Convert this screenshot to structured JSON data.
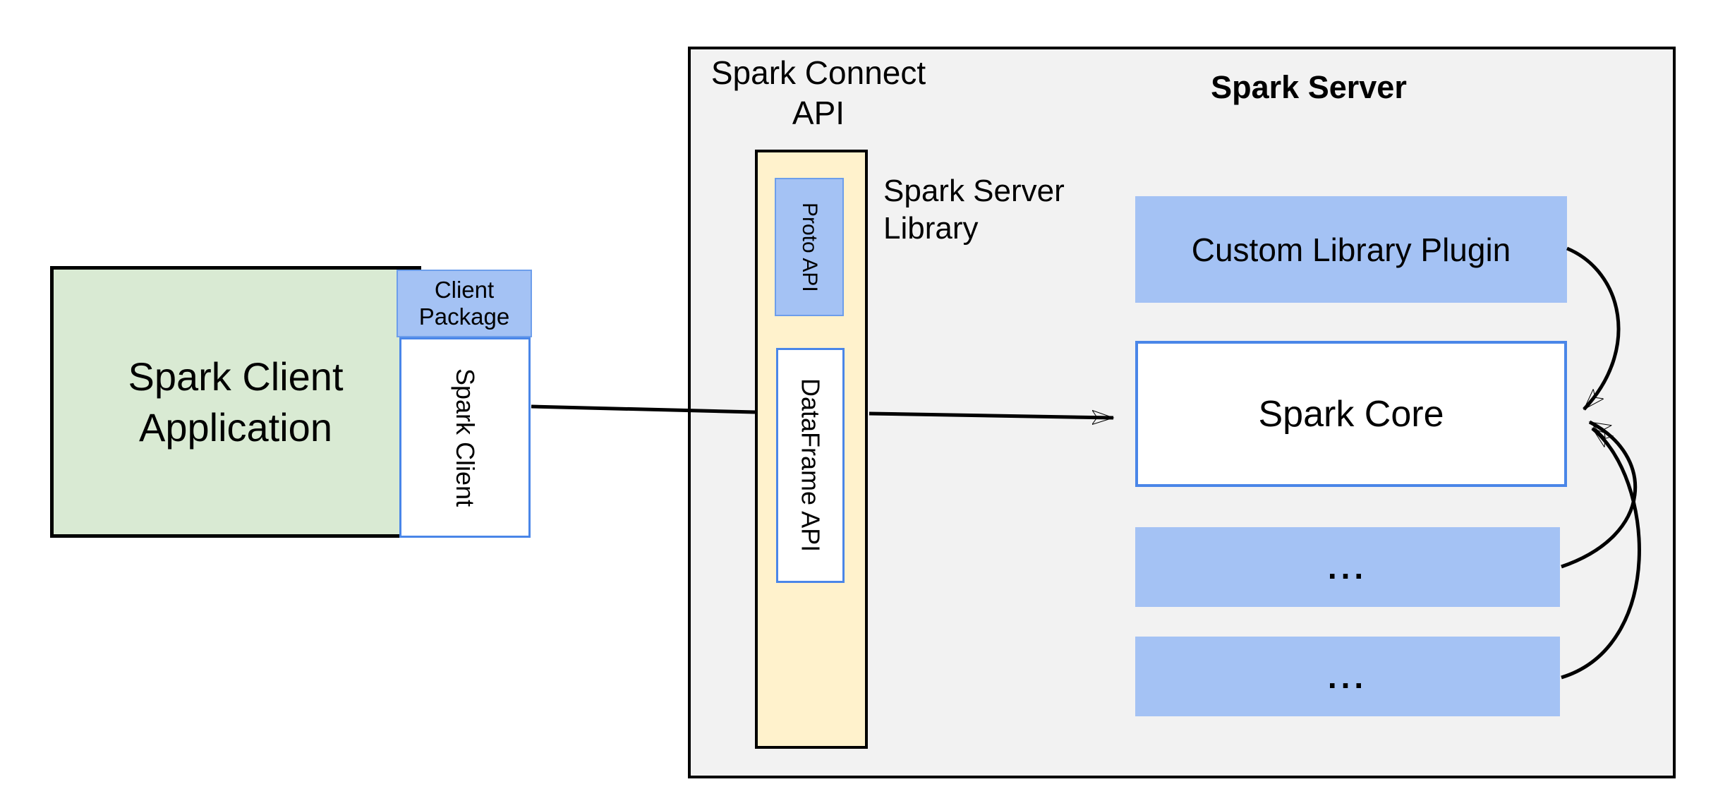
{
  "diagram": {
    "client_group": {
      "app_box_label": "Spark Client\nApplication",
      "client_package_label": "Client\nPackage",
      "spark_client_label": "Spark Client"
    },
    "connect_group": {
      "title": "Spark Connect\nAPI",
      "server_library_label": "Spark Server\nLibrary",
      "proto_api_label": "Proto API",
      "dataframe_api_label": "DataFrame API"
    },
    "server_group": {
      "title": "Spark Server",
      "custom_library_plugin_label": "Custom Library Plugin",
      "spark_core_label": "Spark Core",
      "ellipsis_box_1_label": "...",
      "ellipsis_box_2_label": "..."
    },
    "colors": {
      "outer_box_fill": "#f2f2f2",
      "outer_box_border": "#000000",
      "client_app_fill": "#d9ead3",
      "client_app_border": "#000000",
      "blue_fill": "#a4c2f4",
      "blue_border_light": "#6d9eeb",
      "blue_border_strong": "#4a86e8",
      "yellow_fill": "#fff2cc",
      "white_fill": "#ffffff",
      "arrow_color": "#000000",
      "text_color": "#000000"
    },
    "arrows": [
      {
        "name": "client-to-connect",
        "from": "Spark Client",
        "to": "Spark Connect API"
      },
      {
        "name": "connect-to-core",
        "from": "DataFrame API",
        "to": "Spark Core"
      },
      {
        "name": "plugin-to-core",
        "from": "Custom Library Plugin",
        "to": "Spark Core"
      },
      {
        "name": "ellipsis1-to-core",
        "from": "... (1)",
        "to": "Spark Core"
      },
      {
        "name": "ellipsis2-to-core",
        "from": "... (2)",
        "to": "Spark Core"
      }
    ]
  }
}
